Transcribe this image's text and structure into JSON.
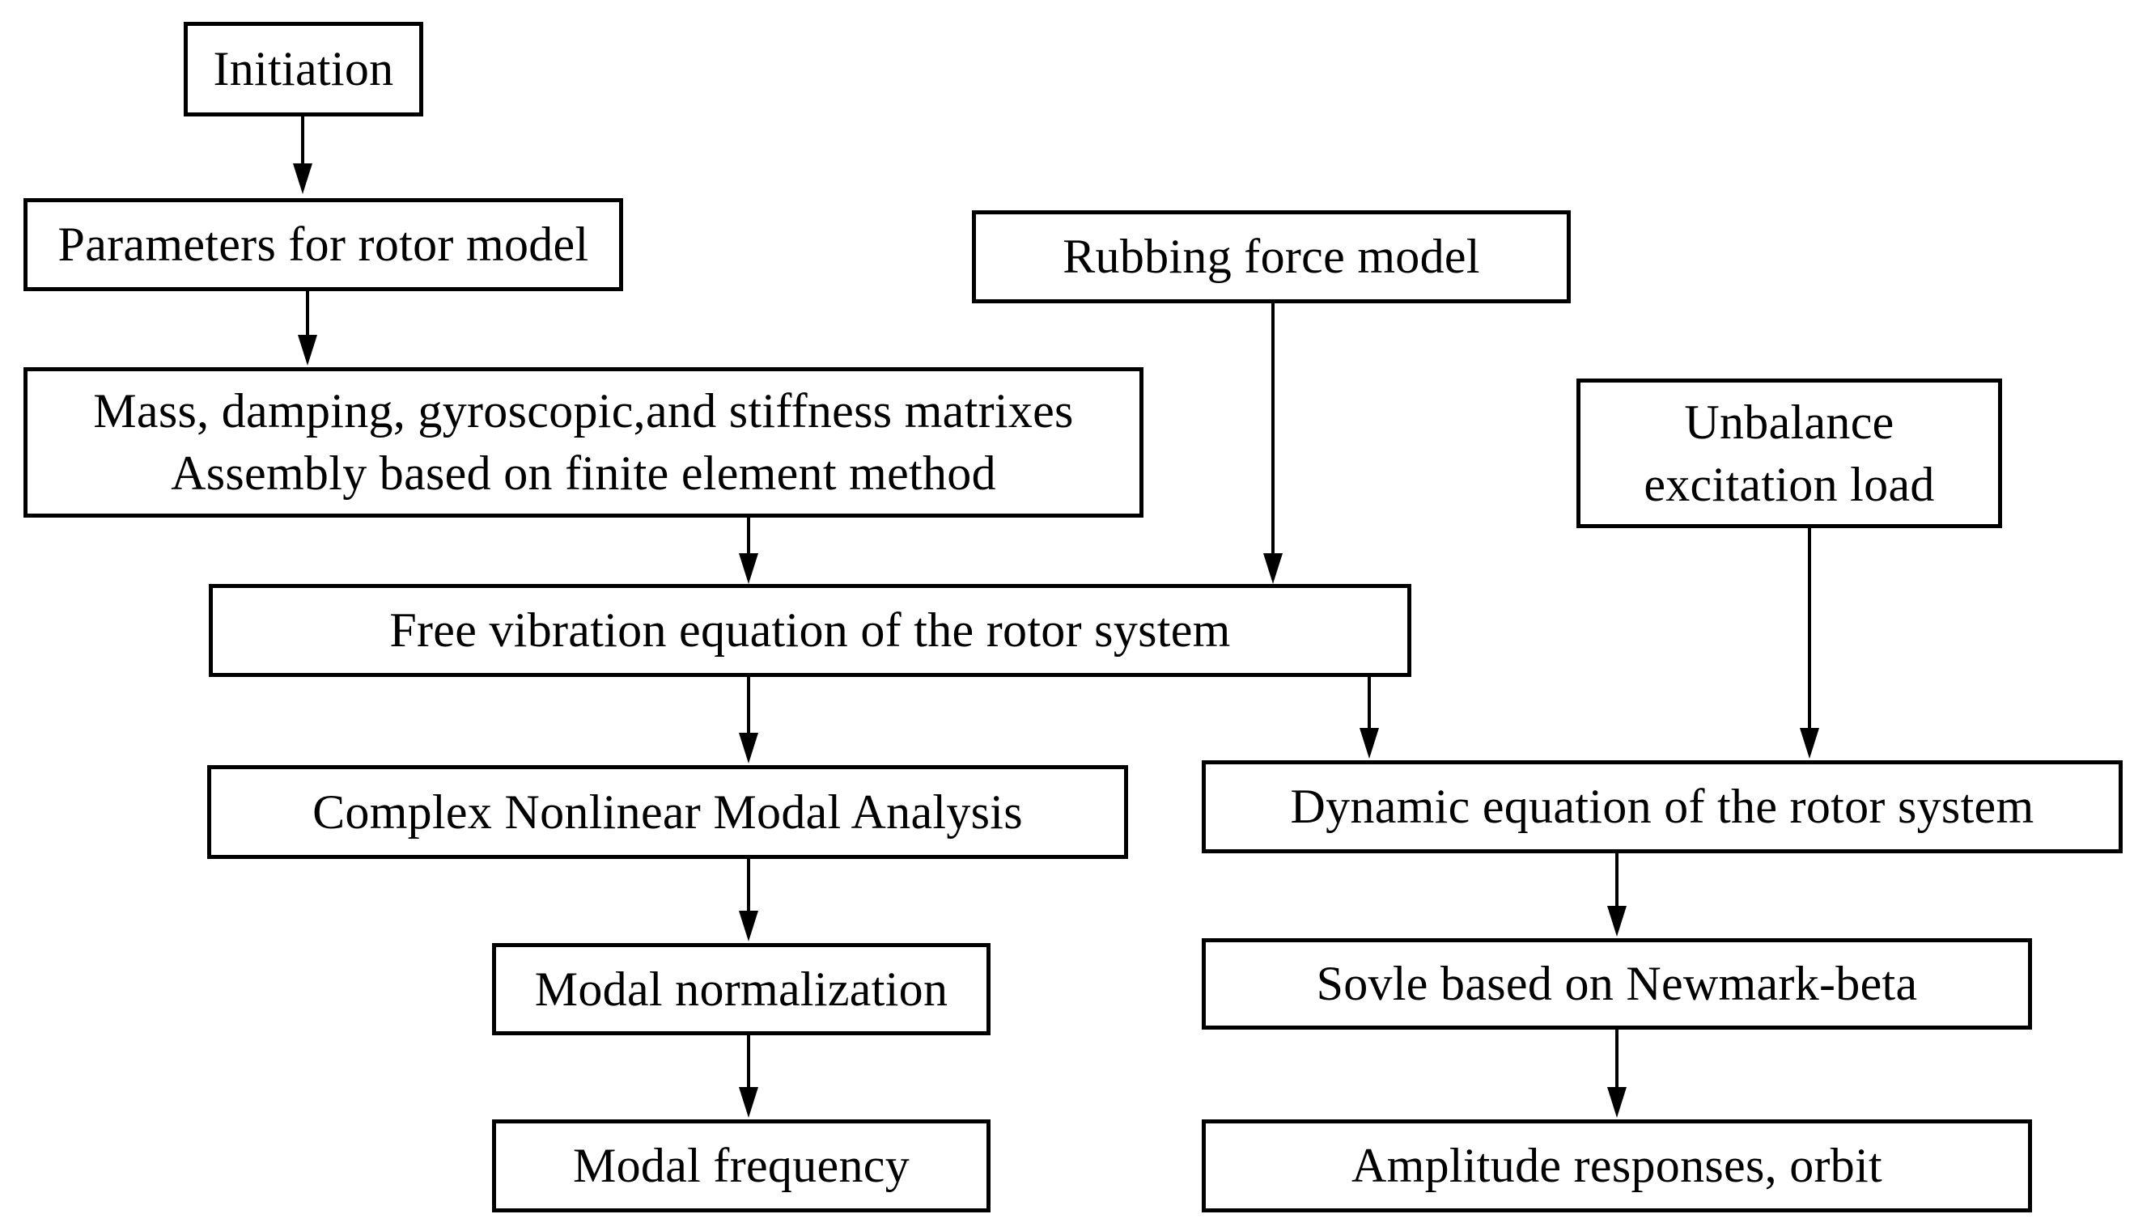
{
  "diagram": {
    "nodes": {
      "initiation": {
        "lines": [
          "Initiation"
        ]
      },
      "rotor_params": {
        "lines": [
          "Parameters for rotor model"
        ]
      },
      "matrices": {
        "lines": [
          "Mass, damping, gyroscopic,and stiffness matrixes",
          "Assembly based on finite element method"
        ]
      },
      "rubbing": {
        "lines": [
          "Rubbing force model"
        ]
      },
      "unbalance": {
        "lines": [
          "Unbalance",
          "excitation load"
        ]
      },
      "free_vibration": {
        "lines": [
          "Free vibration equation of the rotor system"
        ]
      },
      "modal_analysis": {
        "lines": [
          "Complex Nonlinear Modal Analysis"
        ]
      },
      "dynamic_eq": {
        "lines": [
          "Dynamic equation of the rotor system"
        ]
      },
      "modal_norm": {
        "lines": [
          "Modal normalization"
        ]
      },
      "newmark": {
        "lines": [
          "Sovle based on Newmark-beta"
        ]
      },
      "modal_freq": {
        "lines": [
          "Modal frequency"
        ]
      },
      "amplitude": {
        "lines": [
          "Amplitude responses, orbit"
        ]
      }
    },
    "edges": [
      {
        "from": "initiation",
        "to": "rotor_params"
      },
      {
        "from": "rotor_params",
        "to": "matrices"
      },
      {
        "from": "matrices",
        "to": "free_vibration"
      },
      {
        "from": "rubbing",
        "to": "free_vibration"
      },
      {
        "from": "free_vibration",
        "to": "modal_analysis"
      },
      {
        "from": "free_vibration",
        "to": "dynamic_eq"
      },
      {
        "from": "unbalance",
        "to": "dynamic_eq"
      },
      {
        "from": "modal_analysis",
        "to": "modal_norm"
      },
      {
        "from": "modal_norm",
        "to": "modal_freq"
      },
      {
        "from": "dynamic_eq",
        "to": "newmark"
      },
      {
        "from": "newmark",
        "to": "amplitude"
      }
    ]
  }
}
